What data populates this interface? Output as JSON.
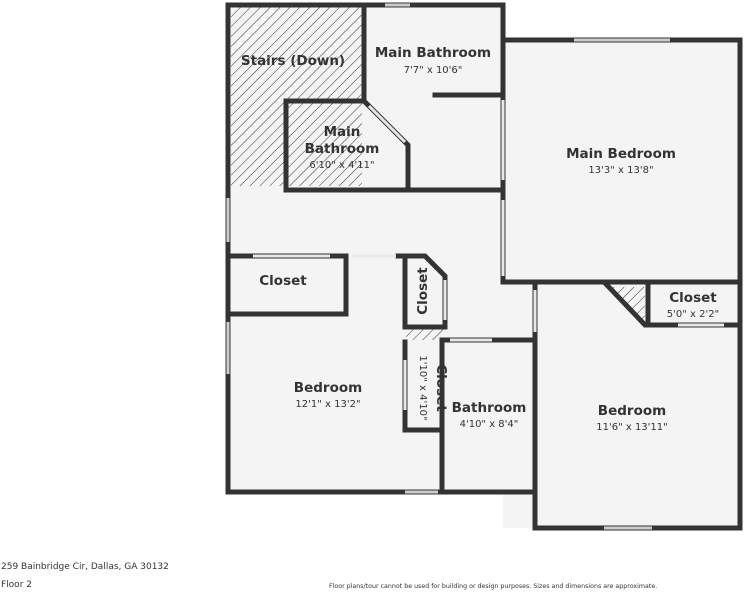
{
  "rooms": {
    "stairs": {
      "name": "Stairs (Down)"
    },
    "main_bathroom_top": {
      "name": "Main Bathroom",
      "dims": "7'7\" x 10'6\""
    },
    "main_bathroom_inner": {
      "name_line1": "Main",
      "name_line2": "Bathroom",
      "dims": "6'10\" x 4'11\""
    },
    "main_bedroom": {
      "name": "Main Bedroom",
      "dims": "13'3\" x 13'8\""
    },
    "closet_left": {
      "name": "Closet"
    },
    "closet_narrow": {
      "name": "Closet"
    },
    "closet_right": {
      "name": "Closet",
      "dims": "5'0\" x 2'2\""
    },
    "closet_small": {
      "name": "Closet",
      "dims": "1'10\" x 4'10\""
    },
    "bedroom_left": {
      "name": "Bedroom",
      "dims": "12'1\" x 13'2\""
    },
    "bathroom": {
      "name": "Bathroom",
      "dims": "4'10\" x 8'4\""
    },
    "bedroom_right": {
      "name": "Bedroom",
      "dims": "11'6\" x 13'11\""
    }
  },
  "footer": {
    "address": "259 Bainbridge Cir, Dallas, GA 30132",
    "floor": "Floor 2",
    "disclaimer": "Floor plans/tour cannot be used for building or design purposes. Sizes and dimensions are approximate."
  },
  "colors": {
    "wall": "#333333",
    "floor": "#f4f4f4",
    "window": "#cccccc",
    "text": "#333333"
  }
}
